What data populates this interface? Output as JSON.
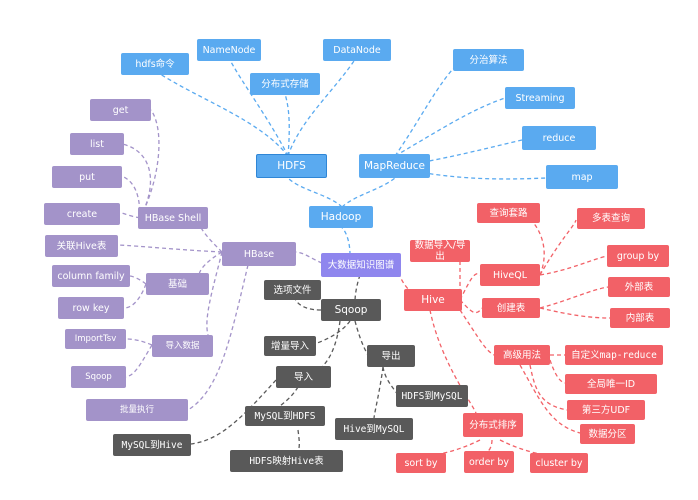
{
  "mindmap": {
    "root": "大数据知识图谱",
    "hadoop": {
      "label": "Hadoop",
      "hdfs": {
        "label": "HDFS",
        "children": [
          "hdfs命令",
          "NameNode",
          "DataNode",
          "分布式存储"
        ]
      },
      "mapreduce": {
        "label": "MapReduce",
        "children": [
          "分治算法",
          "Streaming",
          "reduce",
          "map"
        ]
      }
    },
    "hbase": {
      "label": "HBase",
      "shell": {
        "label": "HBase Shell",
        "children": [
          "get",
          "list",
          "put",
          "create"
        ]
      },
      "related_table": "关联Hive表",
      "basics": {
        "label": "基础",
        "children": [
          "column family",
          "row key"
        ]
      },
      "import": {
        "label": "导入数据",
        "children": [
          "ImportTsv",
          "Sqoop"
        ]
      },
      "batch": "批量执行"
    },
    "sqoop": {
      "label": "Sqoop",
      "options_file": "选项文件",
      "incremental": "增量导入",
      "import": {
        "label": "导入",
        "children": [
          "MySQL到HDFS",
          "MySQL到Hive",
          "HDFS映射Hive表"
        ]
      },
      "export": {
        "label": "导出",
        "children": [
          "HDFS到MySQL",
          "Hive到MySQL"
        ]
      }
    },
    "hive": {
      "label": "Hive",
      "data_import_export": "数据导入/导出",
      "hiveql": {
        "label": "HiveQL",
        "children": [
          "查询套路",
          "多表查询",
          "group by"
        ]
      },
      "create_table": {
        "label": "创建表",
        "children": [
          "外部表",
          "内部表"
        ]
      },
      "advanced": {
        "label": "高级用法",
        "children": [
          "自定义map-reduce",
          "全局唯一ID",
          "第三方UDF",
          "数据分区"
        ]
      },
      "distributed_sort": {
        "label": "分布式排序",
        "children": [
          "sort by",
          "order by",
          "cluster by"
        ]
      }
    }
  },
  "colors": {
    "hadoop": "#5aaaf0",
    "hbase": "#a393c9",
    "hive": "#f26167",
    "sqoop": "#595959",
    "root": "#8f86ee"
  }
}
